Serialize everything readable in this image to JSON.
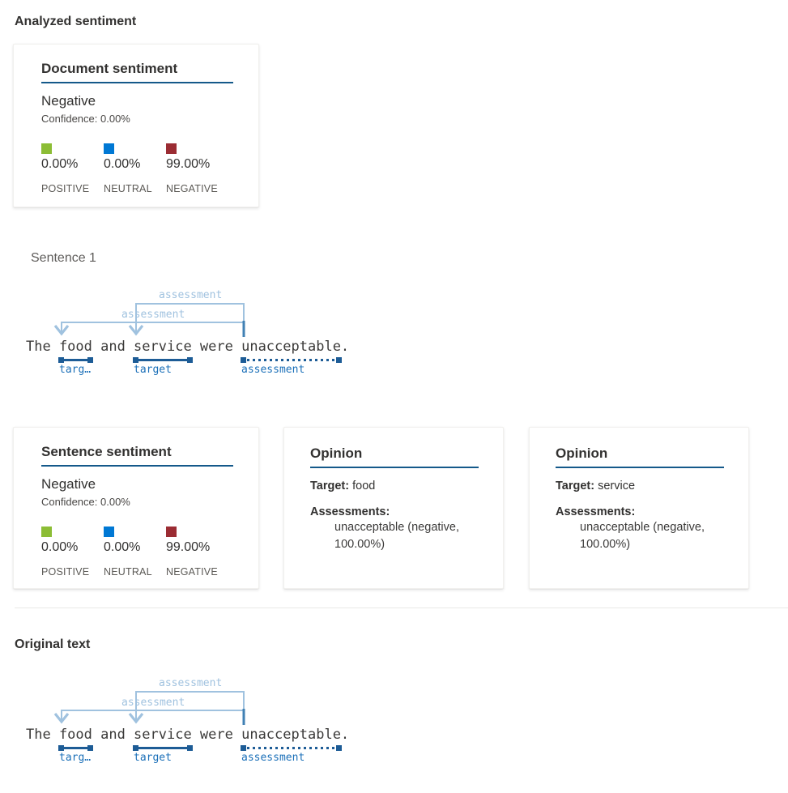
{
  "page": {
    "analyzed_heading": "Analyzed sentiment",
    "sentence_heading": "Sentence 1",
    "original_heading": "Original text"
  },
  "document_card": {
    "title": "Document sentiment",
    "sentiment": "Negative",
    "confidence": "Confidence: 0.00%",
    "scores": [
      {
        "label": "POSITIVE",
        "value": "0.00%",
        "color": "#8cbd35"
      },
      {
        "label": "NEUTRAL",
        "value": "0.00%",
        "color": "#0078d4"
      },
      {
        "label": "NEGATIVE",
        "value": "99.00%",
        "color": "#9b2c33"
      }
    ]
  },
  "sentence_card": {
    "title": "Sentence sentiment",
    "sentiment": "Negative",
    "confidence": "Confidence: 0.00%",
    "scores": [
      {
        "label": "POSITIVE",
        "value": "0.00%",
        "color": "#8cbd35"
      },
      {
        "label": "NEUTRAL",
        "value": "0.00%",
        "color": "#0078d4"
      },
      {
        "label": "NEGATIVE",
        "value": "99.00%",
        "color": "#9b2c33"
      }
    ]
  },
  "opinion_cards": [
    {
      "title": "Opinion",
      "target_label": "Target:",
      "target_value": "food",
      "assessments_label": "Assessments:",
      "assessment": "unacceptable (negative, 100.00%)"
    },
    {
      "title": "Opinion",
      "target_label": "Target:",
      "target_value": "service",
      "assessments_label": "Assessments:",
      "assessment": "unacceptable (negative, 100.00%)"
    }
  ],
  "annotation": {
    "sentence": "The food and service were unacceptable.",
    "arc_label_1": "assessment",
    "arc_label_2": "assessment",
    "food_label": "targ…",
    "service_label": "target",
    "assessment_label": "assessment"
  },
  "colors": {
    "card_title_underline": "#14598a",
    "entity_underline_blue": "#1d5c96",
    "entity_label_blue": "#1a6fb8",
    "relation_arc_blue": "#a0c2df",
    "relation_source_blue": "#4181b4"
  }
}
